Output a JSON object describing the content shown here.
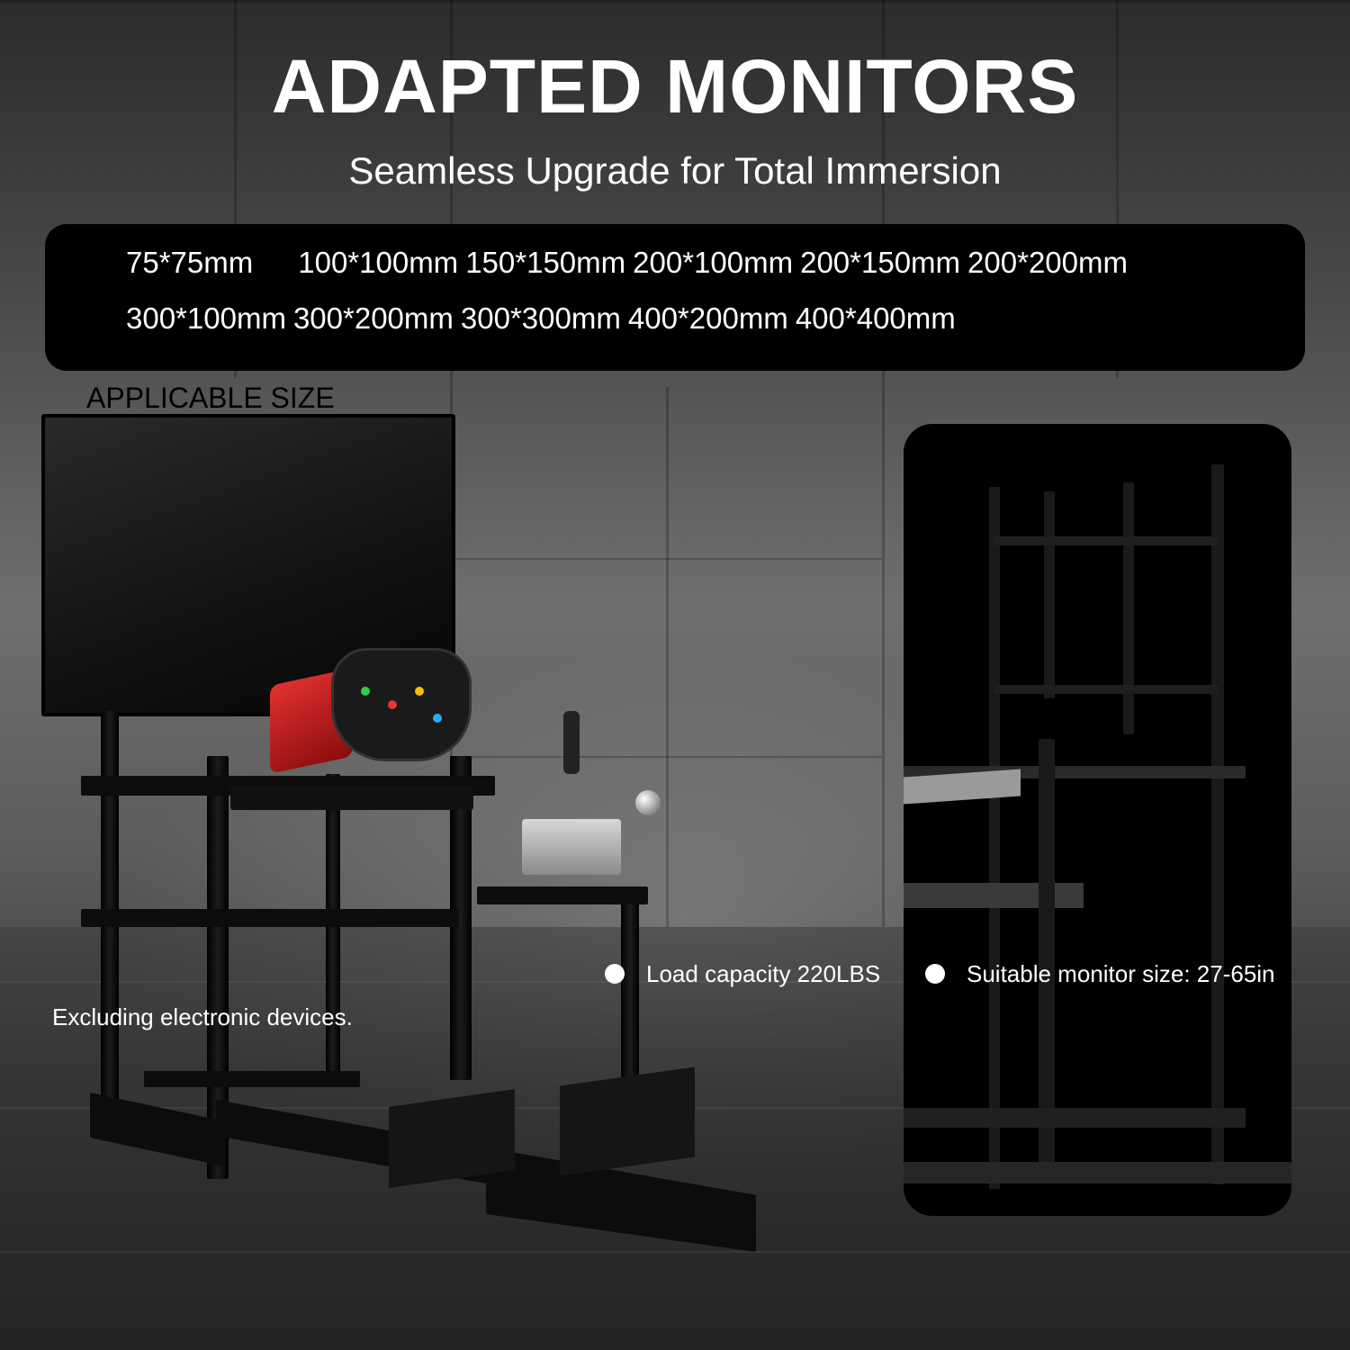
{
  "header": {
    "title": "ADAPTED MONITORS",
    "subtitle": "Seamless Upgrade for Total Immersion"
  },
  "sizes": {
    "row1": [
      "75*75mm",
      "100*100mm",
      "150*150mm",
      "200*100mm",
      "200*150mm",
      "200*200mm"
    ],
    "row2": [
      "300*100mm",
      "300*200mm",
      "300*300mm",
      "400*200mm",
      "400*400mm"
    ],
    "label": "APPLICABLE SIZE"
  },
  "features": [
    {
      "text": "Load capacity 220LBS"
    },
    {
      "text": "Suitable monitor size: 27-65in"
    }
  ],
  "footnote": "Excluding electronic devices.",
  "colors": {
    "size_box_bg": "#000000",
    "text_primary": "#ffffff",
    "text_dark": "#000000"
  }
}
